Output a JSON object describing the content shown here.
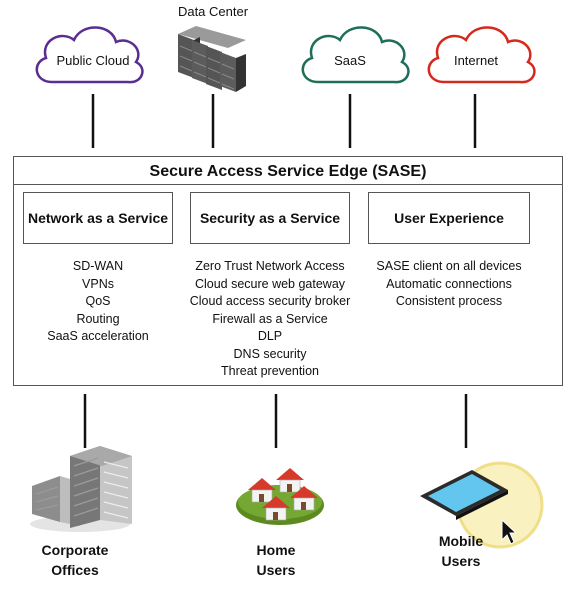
{
  "top_nodes": {
    "public_cloud": "Public Cloud",
    "data_center": "Data Center",
    "saas": "SaaS",
    "internet": "Internet"
  },
  "sase": {
    "title": "Secure Access Service Edge (SASE)",
    "columns": [
      {
        "heading": "Network as a Service",
        "items": [
          "SD-WAN",
          "VPNs",
          "QoS",
          "Routing",
          "SaaS acceleration"
        ]
      },
      {
        "heading": "Security as a Service",
        "items": [
          "Zero Trust Network Access",
          "Cloud secure web gateway",
          "Cloud access security broker",
          "Firewall as a Service",
          "DLP",
          "DNS security",
          "Threat prevention"
        ]
      },
      {
        "heading": "User Experience",
        "items": [
          "SASE client on all devices",
          "Automatic connections",
          "Consistent process"
        ]
      }
    ]
  },
  "bottom_nodes": {
    "corporate": [
      "Corporate",
      "Offices"
    ],
    "home": [
      "Home",
      "Users"
    ],
    "mobile": [
      "Mobile",
      "Users"
    ]
  },
  "colors": {
    "public_cloud": "#5a2d91",
    "saas": "#1e6e5a",
    "internet": "#d42a1e",
    "line": "#111111",
    "house_roof": "#d63a2a",
    "grass": "#5c8a1e",
    "highlight": "#f2df6a"
  }
}
